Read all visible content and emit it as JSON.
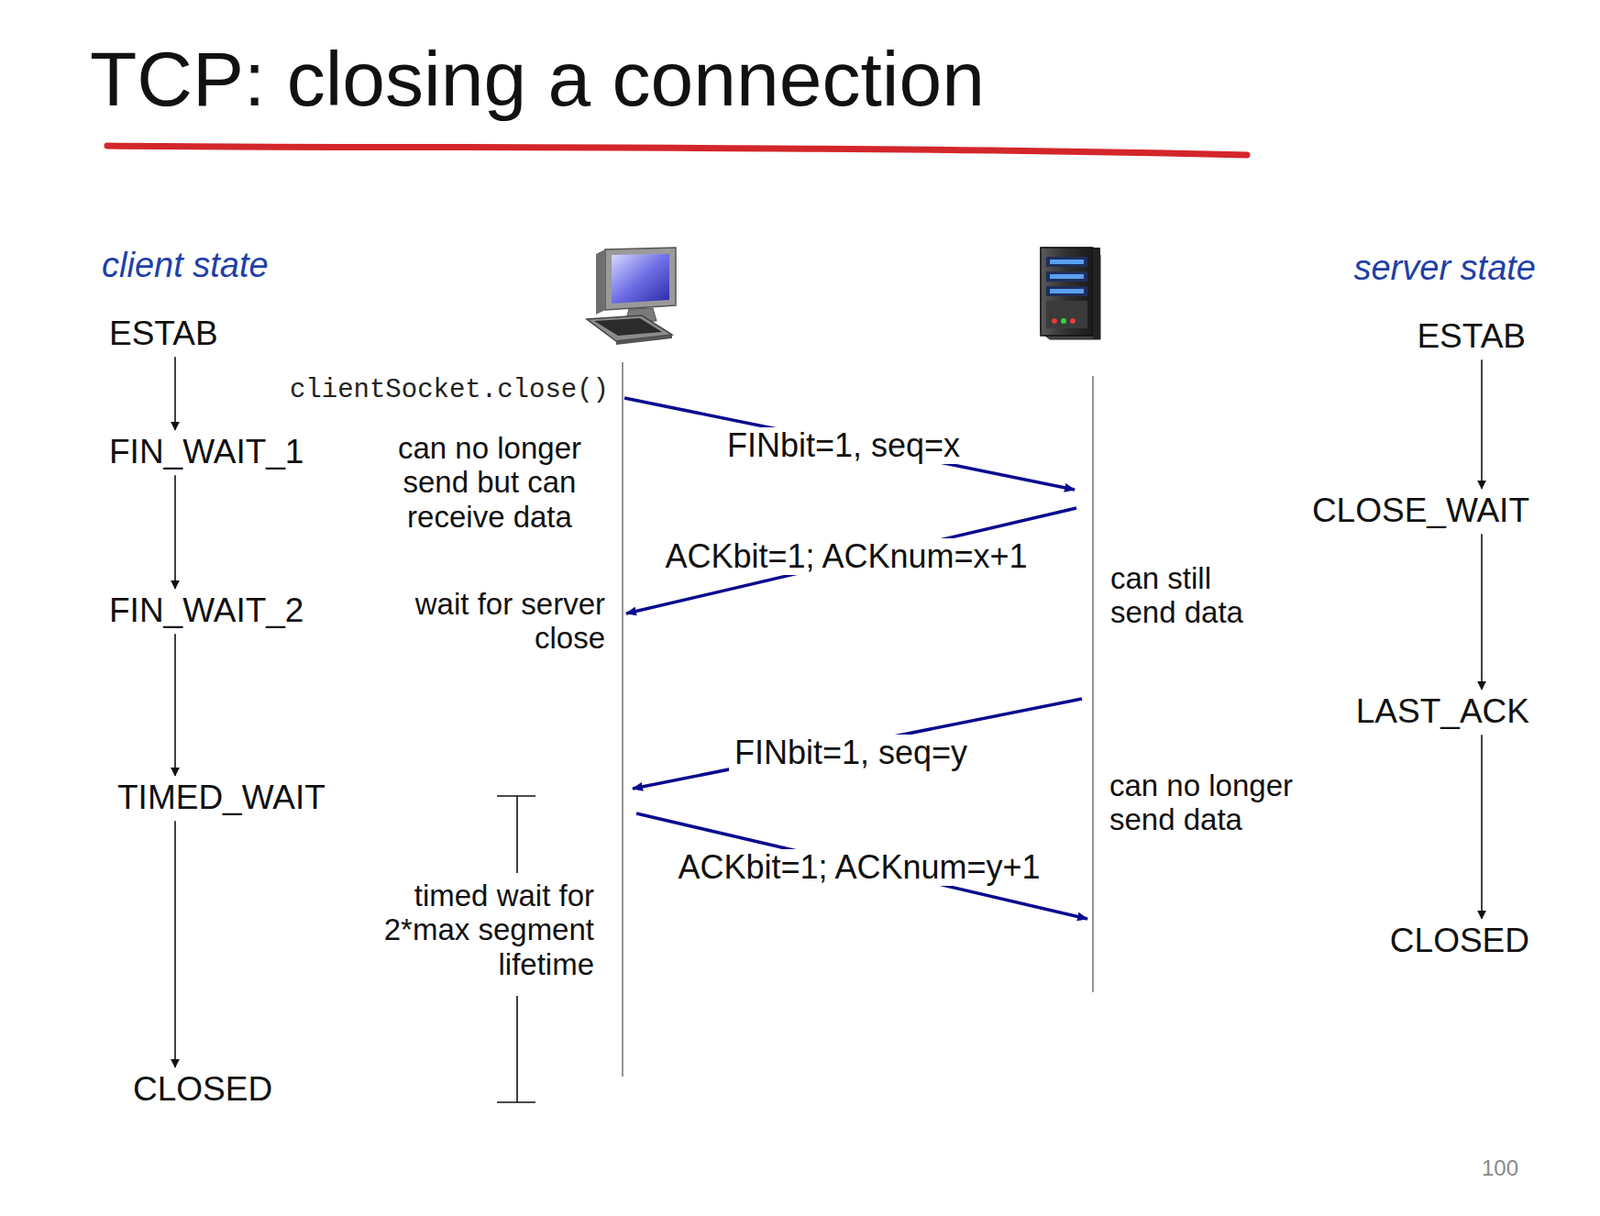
{
  "diagram": {
    "title": "TCP: closing a connection",
    "nodes": [
      {
        "text": [
          "ESTAB"
        ]
      },
      {
        "text": [
          "FIN_WAIT_1"
        ]
      },
      {
        "text": [
          "FIN_WAIT_2"
        ]
      },
      {
        "text": [
          "TIMED_WAIT"
        ]
      },
      {
        "text": [
          "CLOSED"
        ]
      },
      {
        "text": [
          "ESTAB"
        ]
      },
      {
        "text": [
          "CLOSE_WAIT"
        ]
      },
      {
        "text": [
          "LAST_ACK"
        ]
      },
      {
        "text": [
          "CLOSED"
        ]
      }
    ],
    "edges": [
      {
        "from": 0,
        "to": 1,
        "arrow": "to"
      },
      {
        "from": 1,
        "to": 2,
        "arrow": "to"
      },
      {
        "from": 2,
        "to": 3,
        "arrow": "to"
      },
      {
        "from": 3,
        "to": 4,
        "arrow": "to"
      },
      {
        "from": 5,
        "to": 6,
        "arrow": "to"
      },
      {
        "from": 6,
        "to": 7,
        "arrow": "to"
      },
      {
        "from": 7,
        "to": 8,
        "arrow": "to"
      }
    ],
    "labels": [
      "client state",
      "server state",
      "clientSocket.close()",
      "can no longer send but can receive data",
      "FINbit=1, seq=x",
      "ACKbit=1; ACKnum=x+1",
      "wait for server close",
      "can still send data",
      "FINbit=1, seq=y",
      "can no longer send data",
      "ACKbit=1; ACKnum=y+1",
      "timed wait for 2*max segment lifetime",
      "100"
    ]
  }
}
